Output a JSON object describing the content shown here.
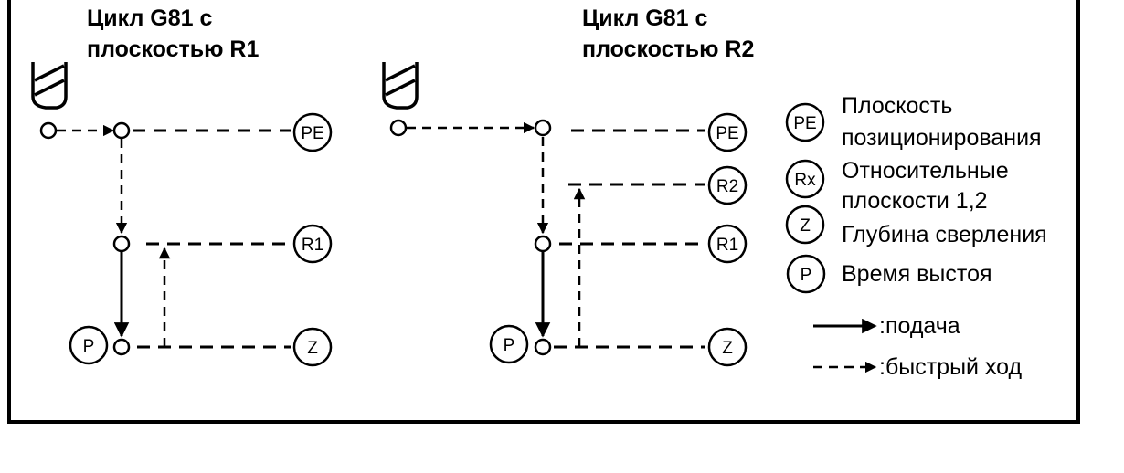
{
  "left": {
    "title_line1": "Цикл G81 с",
    "title_line2": "плоскостью R1",
    "badge_pe": "PE",
    "badge_r1": "R1",
    "badge_z": "Z",
    "badge_p": "P"
  },
  "right": {
    "title_line1": "Цикл G81 с",
    "title_line2": "плоскостью R2",
    "badge_pe": "PE",
    "badge_r2": "R2",
    "badge_r1": "R1",
    "badge_z": "Z",
    "badge_p": "P"
  },
  "legend": {
    "pe_badge": "PE",
    "pe_line1": "Плоскость",
    "pe_line2": "позиционирования",
    "rx_badge": "Rx",
    "rx_line1": "Относительные",
    "rx_line2": "плоскости 1,2",
    "z_badge": "Z",
    "z_text": "Глубина сверления",
    "p_badge": "P",
    "p_text": "Время выстоя",
    "feed_text": ":подача",
    "rapid_text": ":быстрый ход"
  }
}
